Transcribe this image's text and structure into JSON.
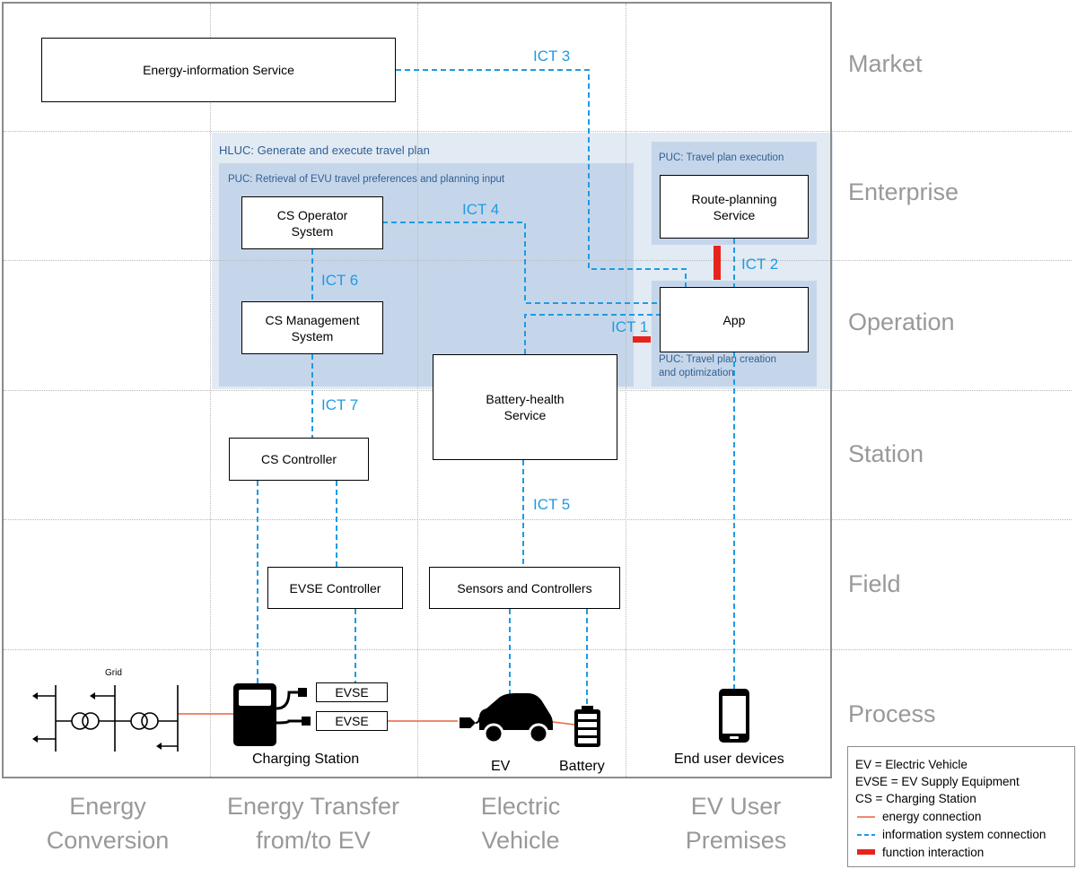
{
  "zones": [
    "Market",
    "Enterprise",
    "Operation",
    "Station",
    "Field",
    "Process"
  ],
  "domains": [
    "Energy\nConversion",
    "Energy Transfer\nfrom/to EV",
    "Electric\nVehicle",
    "EV User\nPremises"
  ],
  "use_cases": {
    "hluc": "HLUC: Generate and execute travel plan",
    "puc_retrieval": "PUC: Retrieval of EVU travel preferences and planning input",
    "puc_execution": "PUC: Travel plan execution",
    "puc_creation": "PUC: Travel plan creation\nand optimization"
  },
  "components": {
    "energy_info": "Energy-information Service",
    "cs_operator": "CS Operator\nSystem",
    "route_planning": "Route-planning\nService",
    "cs_management": "CS Management\nSystem",
    "app": "App",
    "battery_health": "Battery-health\nService",
    "cs_controller": "CS Controller",
    "evse_controller": "EVSE Controller",
    "sensors": "Sensors and Controllers",
    "evse_top": "EVSE",
    "evse_bottom": "EVSE"
  },
  "ict_labels": {
    "ict1": "ICT 1",
    "ict2": "ICT 2",
    "ict3": "ICT 3",
    "ict4": "ICT 4",
    "ict5": "ICT 5",
    "ict6": "ICT 6",
    "ict7": "ICT 7"
  },
  "process_labels": {
    "grid": "Grid",
    "charging_station": "Charging Station",
    "ev": "EV",
    "battery": "Battery",
    "end_user_devices": "End user devices"
  },
  "legend": {
    "ev": "EV = Electric Vehicle",
    "evse": "EVSE = EV Supply Equipment",
    "cs": "CS = Charging Station",
    "energy": "energy connection",
    "info": "information system connection",
    "function": "function interaction"
  },
  "colors": {
    "ict_blue": "#1e9be3",
    "energy_line": "#e8643c",
    "function_red": "#e8231c",
    "hluc_fill": "#e2eaf4",
    "puc_fill": "#c6d6ea",
    "label_grey": "#999999"
  }
}
